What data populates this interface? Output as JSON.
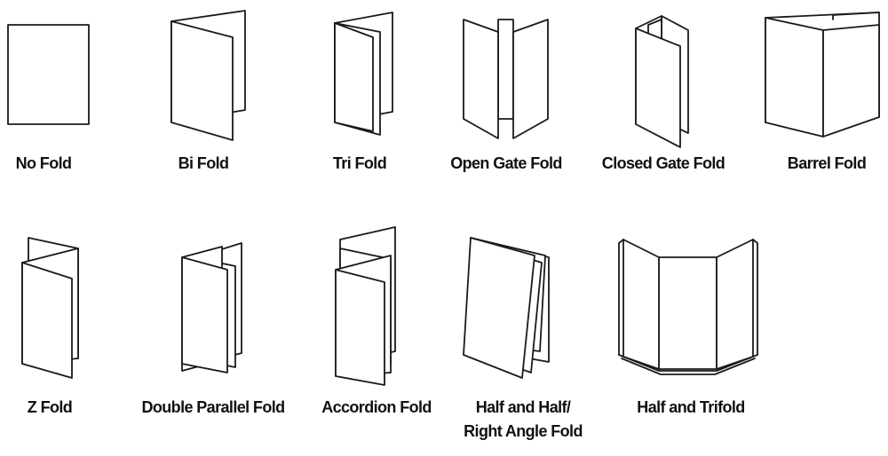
{
  "folds": [
    {
      "id": "no-fold",
      "label": "No Fold"
    },
    {
      "id": "bi-fold",
      "label": "Bi Fold"
    },
    {
      "id": "tri-fold",
      "label": "Tri Fold"
    },
    {
      "id": "open-gate-fold",
      "label": "Open Gate Fold"
    },
    {
      "id": "closed-gate-fold",
      "label": "Closed Gate Fold"
    },
    {
      "id": "barrel-fold",
      "label": "Barrel Fold"
    },
    {
      "id": "z-fold",
      "label": "Z Fold"
    },
    {
      "id": "double-parallel-fold",
      "label": "Double Parallel Fold"
    },
    {
      "id": "accordion-fold",
      "label": "Accordion Fold"
    },
    {
      "id": "half-and-half-fold",
      "label_line1": "Half and Half/",
      "label_line2": "Right Angle Fold"
    },
    {
      "id": "half-and-trifold",
      "label": "Half and Trifold"
    }
  ],
  "colors": {
    "stroke": "#1a1a1a",
    "background": "#ffffff",
    "text": "#111111"
  }
}
